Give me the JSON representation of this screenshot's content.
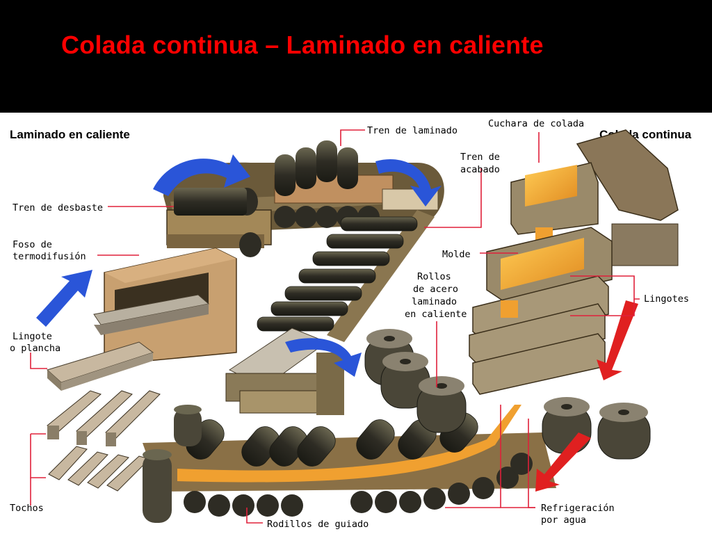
{
  "slide": {
    "title": "Colada continua – Laminado en caliente"
  },
  "diagram": {
    "section_left": "Laminado en caliente",
    "section_right": "Colada continua",
    "labels": {
      "tren_laminado": "Tren de laminado",
      "cuchara": "Cuchara de colada",
      "tren_acabado_1": "Tren de",
      "tren_acabado_2": "acabado",
      "tren_desbaste": "Tren de desbaste",
      "foso_1": "Foso de",
      "foso_2": "termodifusión",
      "molde": "Molde",
      "rollos_1": "Rollos",
      "rollos_2": "de acero",
      "rollos_3": "laminado",
      "rollos_4": "en caliente",
      "lingotes": "Lingotes",
      "lingote_1": "Lingote",
      "lingote_2": "o plancha",
      "tochos": "Tochos",
      "rodillos": "Rodillos de guiado",
      "refrig_1": "Refrigeración",
      "refrig_2": "por agua"
    },
    "colors": {
      "leader_line": "#e0203a",
      "flow_arrow_blue": "#2a55d8",
      "flow_arrow_red": "#e02020",
      "steel_hot": "#f0a030",
      "machine_tan": "#b8a078",
      "roller_dark": "#3c3a30"
    }
  }
}
